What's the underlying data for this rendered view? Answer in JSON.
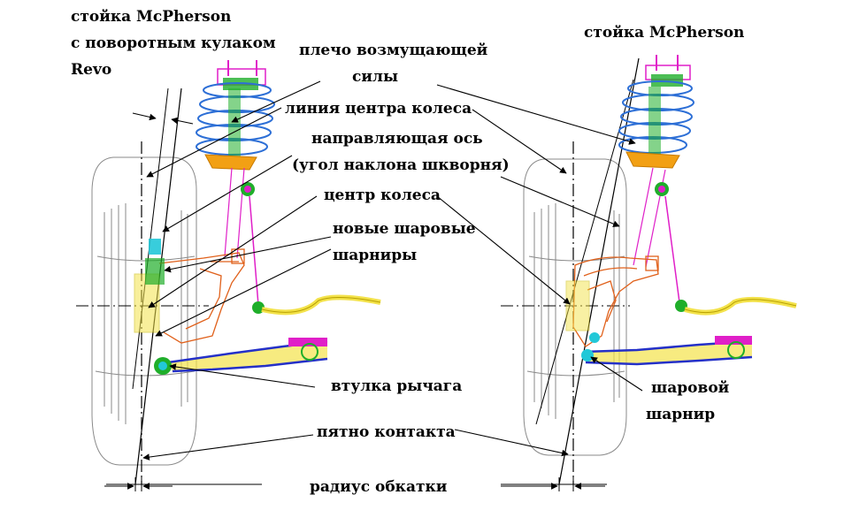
{
  "title_left_line1": "стойка McPherson",
  "title_left_line2": "с поворотным кулаком",
  "title_left_line3": "Revo",
  "title_right": "стойка McPherson",
  "labels": {
    "disturbing_force_arm_line1": "плечо возмущающей",
    "disturbing_force_arm_line2": "силы",
    "wheel_center_line": "линия центра колеса",
    "steering_axis": "направляющая ось",
    "kingpin_angle": "(угол наклона шкворня)",
    "wheel_center": "центр колеса",
    "new_ball_joints_line1": "новые шаровые",
    "new_ball_joints_line2": "шарниры",
    "arm_bushing": "втулка рычага",
    "contact_patch": "пятно контакта",
    "scrub_radius": "радиус обкатки",
    "ball_joint_line1": "шаровой",
    "ball_joint_line2": "шарнир"
  },
  "colors": {
    "spring": "#2d6fd6",
    "knuckle": "#e0601a",
    "lower_arm": "#2430c8",
    "lower_arm_fill": "#f3e24a",
    "magenta": "#e01fc8",
    "green": "#1fae2a",
    "cyan": "#22c8d8",
    "orange": "#f2a014",
    "tire": "#8a8a8a"
  }
}
